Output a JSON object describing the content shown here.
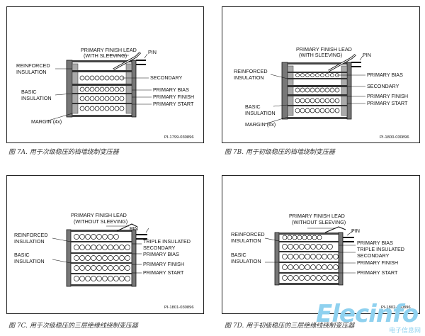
{
  "figures": [
    {
      "id": "7A",
      "caption": "图 7A. 用于次级稳压的档墙绕制变压器",
      "code": "PI-1799-030896",
      "lead_title": "PRIMARY FINISH LEAD",
      "lead_sub": "(WITH SLEEVING)",
      "pin": "PIN",
      "left_labels": [
        "REINFORCED",
        "INSULATION",
        "BASIC",
        "INSULATION",
        "MARGIN (4x)"
      ],
      "right_labels": [
        "SECONDARY",
        "PRIMARY BIAS",
        "PRIMARY FINISH",
        "PRIMARY START"
      ]
    },
    {
      "id": "7B",
      "caption": "图 7B. 用于初级稳压的档墙绕制变压器",
      "code": "PI-1800-030896",
      "lead_title": "PRIMARY FINISH LEAD",
      "lead_sub": "(WITH SLEEVING)",
      "pin": "PIN",
      "left_labels": [
        "REINFORCED",
        "INSULATION",
        "BASIC",
        "INSULATION",
        "MARGIN (6x)"
      ],
      "right_labels": [
        "PRIMARY BIAS",
        "SECONDARY",
        "PRIMARY FINISH",
        "PRIMARY START"
      ]
    },
    {
      "id": "7C",
      "caption": "图 7C. 用于次级稳压的三层绝缘线绕制变压器",
      "code": "PI-1801-030896",
      "lead_title": "PRIMARY FINISH LEAD",
      "lead_sub": "(WITHOUT SLEEVING)",
      "pin": "PIN",
      "left_labels": [
        "REINFORCED",
        "INSULATION",
        "BASIC",
        "INSULATION"
      ],
      "right_labels": [
        "TRIPLE INSULATED",
        "SECONDARY",
        "PRIMARY BIAS",
        "PRIMARY FINISH",
        "PRIMARY START"
      ]
    },
    {
      "id": "7D",
      "caption": "图 7D. 用于初级稳压的三层绝缘线绕制变压器",
      "code": "PI-1802-030896",
      "lead_title": "PRIMARY FINISH LEAD",
      "lead_sub": "(WITHOUT SLEEVING)",
      "pin": "PIN",
      "left_labels": [
        "REINFORCED",
        "INSULATION",
        "BASIC",
        "INSULATION"
      ],
      "right_labels": [
        "PRIMARY BIAS",
        "TRIPLE INSULATED",
        "SECONDARY",
        "PRIMARY FINISH",
        "PRIMARY START"
      ]
    }
  ],
  "watermark": {
    "logo": "Elecinfo",
    "sub": "电子信息网"
  }
}
